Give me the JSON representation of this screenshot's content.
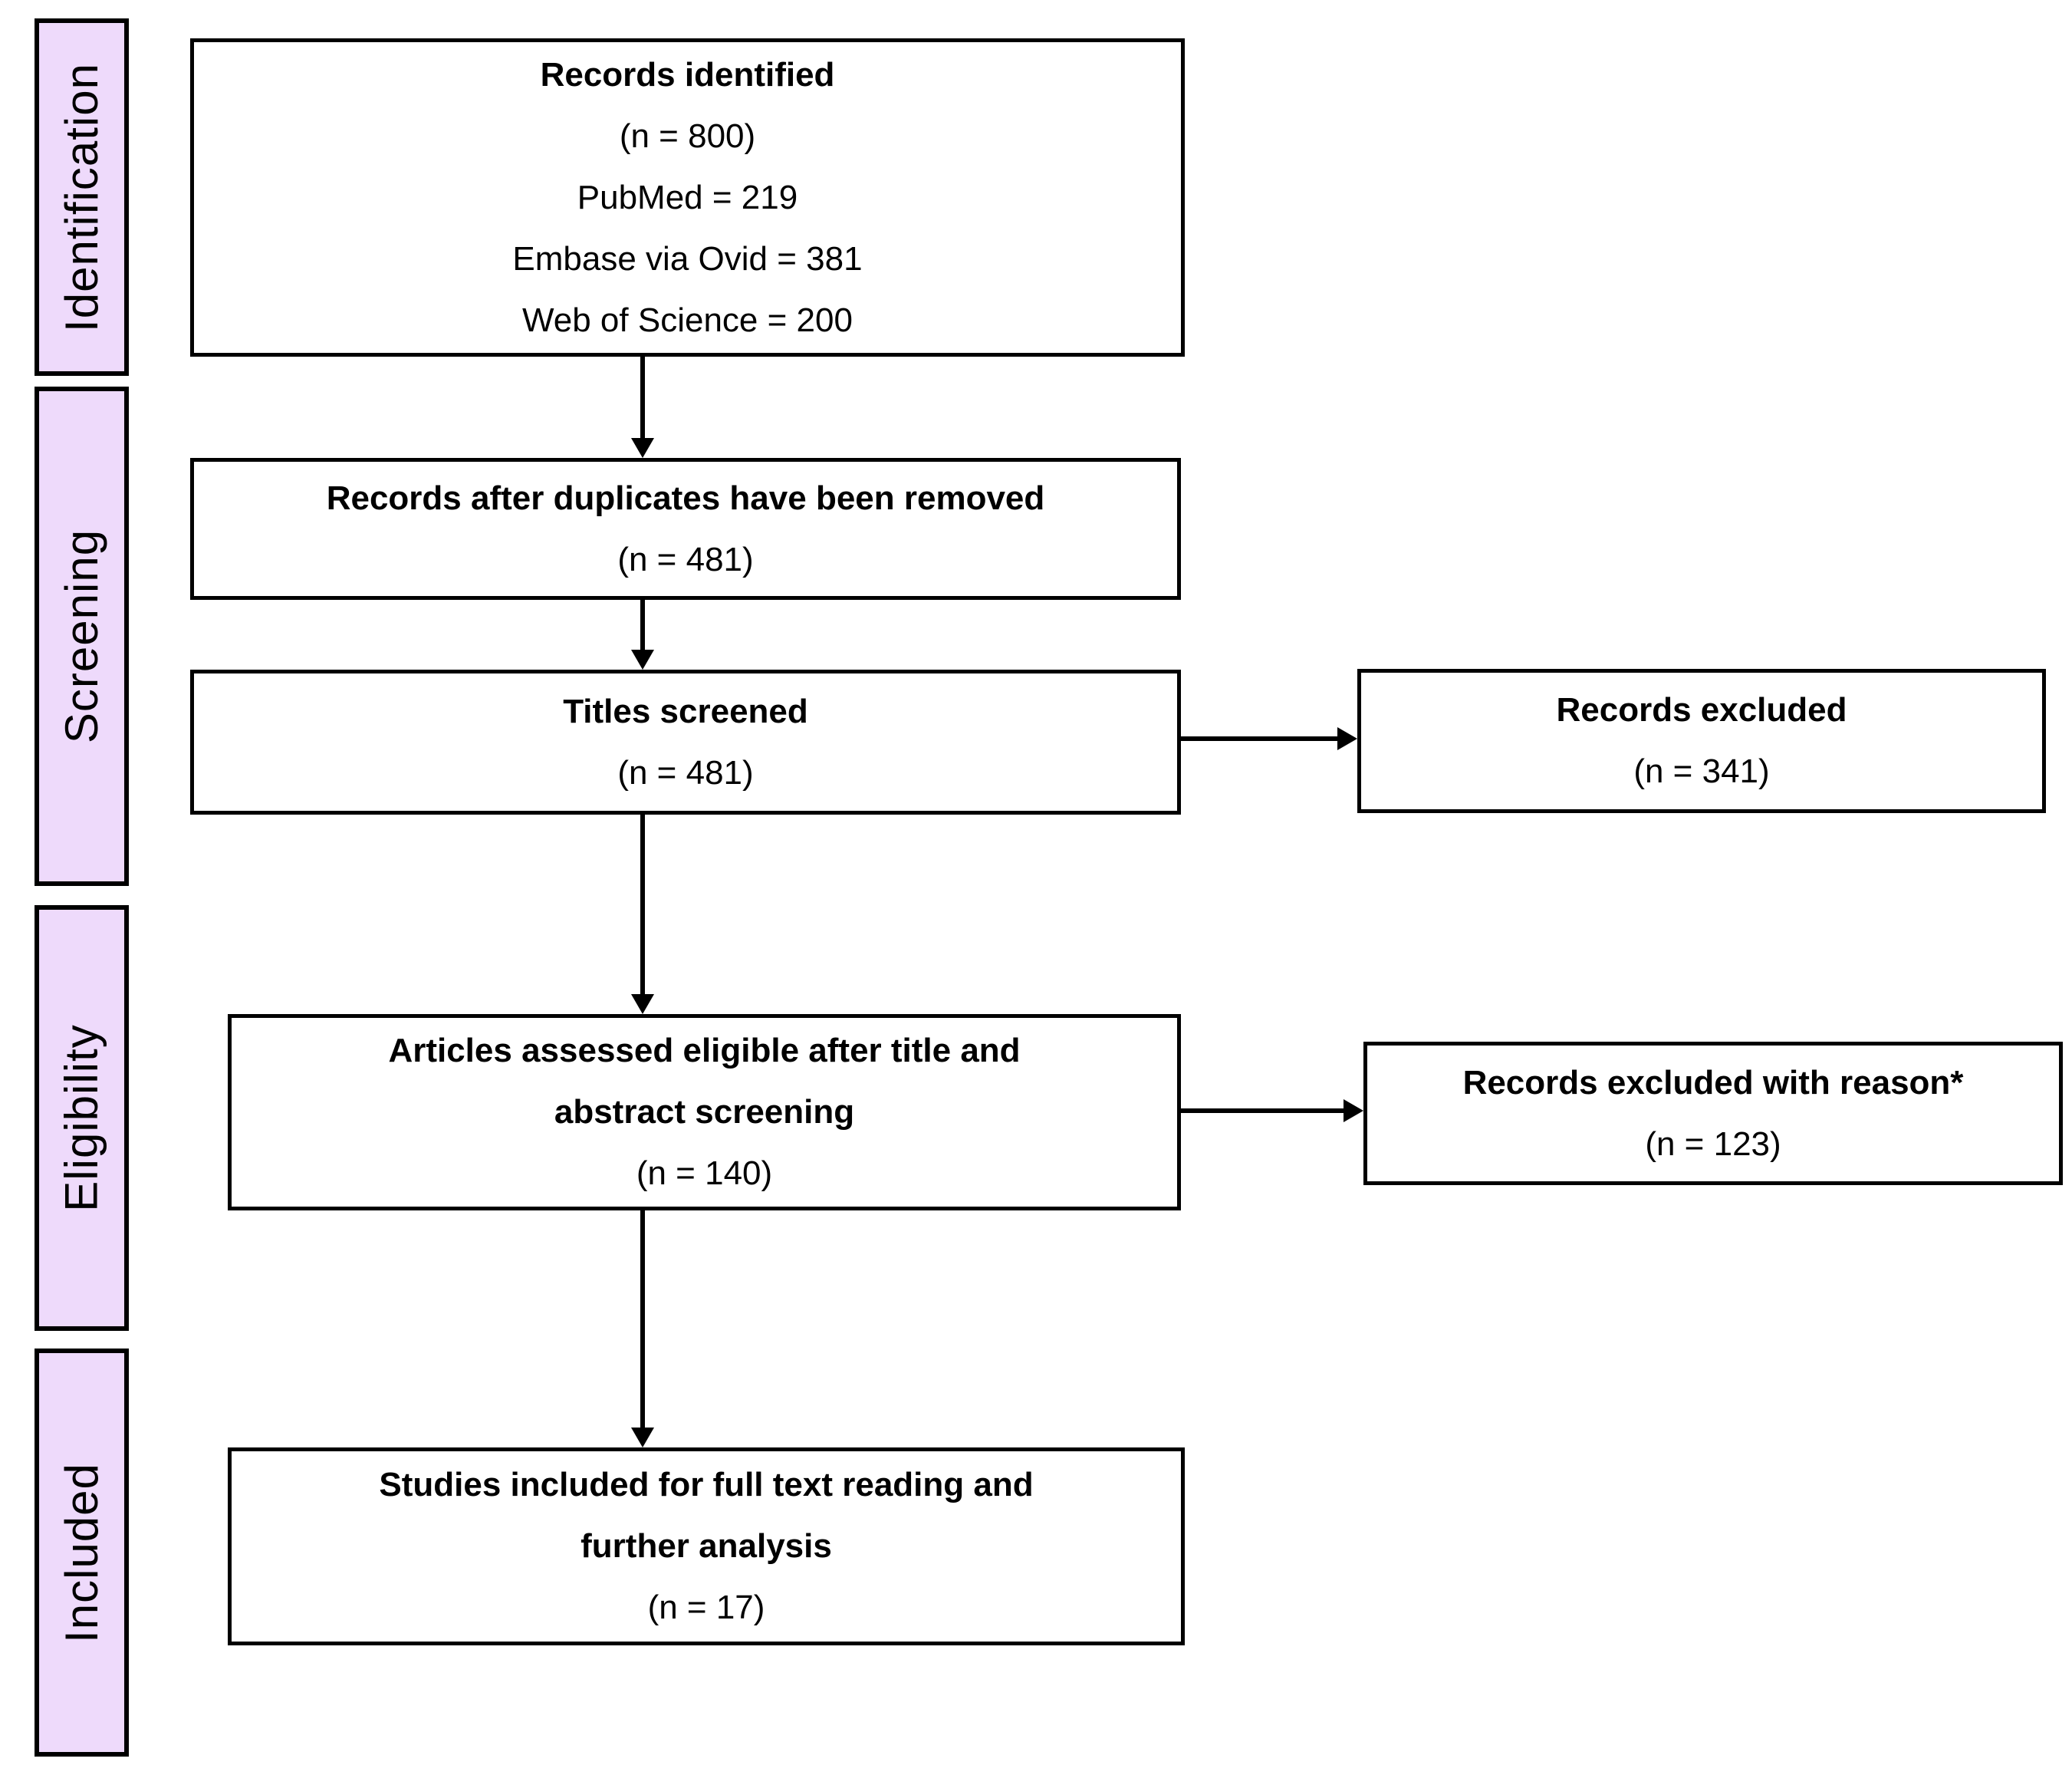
{
  "diagram": {
    "type": "prisma-flow-diagram",
    "colors": {
      "stage_fill": "#eedafb",
      "box_border": "#000000",
      "arrow": "#000000",
      "background": "#ffffff"
    },
    "stages": [
      {
        "label": "Identification"
      },
      {
        "label": "Screening"
      },
      {
        "label": "Eligibility"
      },
      {
        "label": "Included"
      }
    ],
    "boxes": {
      "identified": {
        "title": "Records identified",
        "lines": [
          "(n = 800)",
          "PubMed = 219",
          "Embase via Ovid = 381",
          "Web of Science = 200"
        ]
      },
      "deduplicated": {
        "title": "Records after duplicates have been removed",
        "count": "(n = 481)"
      },
      "titles_screened": {
        "title": "Titles screened",
        "count": "(n = 481)"
      },
      "records_excluded": {
        "title": "Records excluded",
        "count": "(n = 341)"
      },
      "eligible": {
        "title_lines": [
          "Articles assessed eligible after title and",
          "abstract screening"
        ],
        "count": "(n = 140)"
      },
      "excluded_reason": {
        "title": "Records excluded with reason*",
        "count": "(n = 123)"
      },
      "included_studies": {
        "title_lines": [
          "Studies included for full text reading and",
          "further analysis"
        ],
        "count": "(n = 17)"
      }
    }
  }
}
